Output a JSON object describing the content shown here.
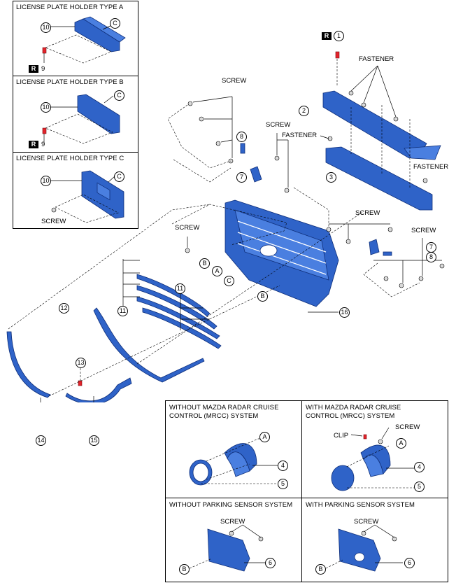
{
  "top_left_panels": [
    {
      "title": "LICENSE PLATE HOLDER TYPE A",
      "part_num": "10",
      "ref": "C",
      "r_badge": "R",
      "clip_num": "9"
    },
    {
      "title": "LICENSE PLATE HOLDER TYPE B",
      "part_num": "10",
      "ref": "C",
      "r_badge": "R",
      "clip_num": "9"
    },
    {
      "title": "LICENSE PLATE HOLDER TYPE C",
      "part_num": "10",
      "ref": "C",
      "screw_label": "SCREW"
    }
  ],
  "main": {
    "labels": {
      "screw_1": "SCREW",
      "screw_2": "SCREW",
      "screw_3": "SCREW",
      "screw_4": "SCREW",
      "screw_5": "SCREW",
      "fastener_1": "FASTENER",
      "fastener_2": "FASTENER",
      "fastener_3": "FASTENER"
    },
    "r_badge": "R",
    "nums": {
      "n1": "1",
      "n2": "2",
      "n3": "3",
      "n7a": "7",
      "n8a": "8",
      "n7b": "7",
      "n8b": "8",
      "n11a": "11",
      "n11b": "11",
      "n12": "12",
      "n13": "13",
      "n14": "14",
      "n15": "15",
      "n16": "16"
    },
    "refs": {
      "b1": "B",
      "a": "A",
      "c": "C",
      "b2": "B"
    }
  },
  "bottom_panels": [
    {
      "title_line1": "WITHOUT MAZDA RADAR CRUISE",
      "title_line2": "CONTROL (MRCC) SYSTEM",
      "ref": "A",
      "n4": "4",
      "n5": "5"
    },
    {
      "title_line1": "WITH MAZDA RADAR CRUISE",
      "title_line2": "CONTROL (MRCC) SYSTEM",
      "ref": "A",
      "n4": "4",
      "n5": "5",
      "clip": "CLIP",
      "screw": "SCREW"
    },
    {
      "title_line1": "WITHOUT PARKING SENSOR SYSTEM",
      "ref": "B",
      "n6": "6",
      "screw": "SCREW"
    },
    {
      "title_line1": "WITH PARKING SENSOR SYSTEM",
      "ref": "B",
      "n6": "6",
      "screw": "SCREW"
    }
  ],
  "colors": {
    "part": "#2f63c8",
    "clip": "#e3232b",
    "badge": "#000000"
  }
}
